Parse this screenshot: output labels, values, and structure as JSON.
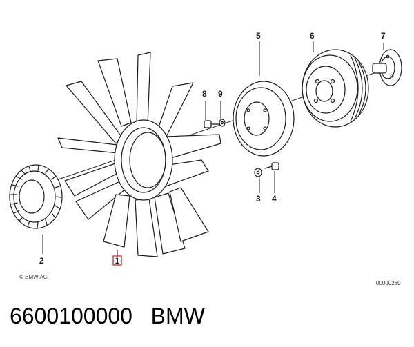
{
  "callouts": {
    "c1": "1",
    "c2": "2",
    "c3": "3",
    "c4": "4",
    "c5": "5",
    "c6": "6",
    "c7": "7",
    "c8": "8",
    "c9": "9"
  },
  "copyright": "© BMW AG",
  "drawing_number": "00000280",
  "caption": {
    "part_number": "6600100000",
    "brand": "BMW"
  },
  "colors": {
    "ink": "#1a1a1a",
    "highlight": "#e0312f"
  }
}
